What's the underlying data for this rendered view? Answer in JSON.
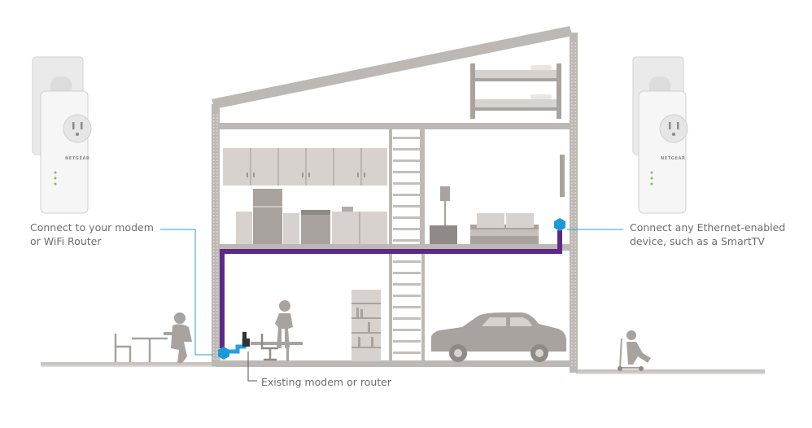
{
  "callouts": {
    "modem": {
      "line1": "Connect to your modem",
      "line2": "or WiFi Router"
    },
    "device": {
      "line1": "Connect any Ethernet-enabled",
      "line2": "device, such as a SmartTV"
    },
    "existing": {
      "label": "Existing modem or router"
    }
  },
  "adapter": {
    "brand_label": "NETGEAR"
  },
  "colors": {
    "house": "#bdb8b3",
    "furniture": "#a8a39e",
    "furniture_light": "#d7d2cd",
    "powerline": "#5b2a86",
    "ethernet": "#2a9fd8",
    "node": "#1a9ad6",
    "leader": "#2a9fd8"
  },
  "icons": [
    "left-powerline-adapter-icon",
    "right-powerline-adapter-icon",
    "modem-icon",
    "car-icon",
    "sofa-icon",
    "bunk-bed-icon",
    "kitchen-icon",
    "bookshelf-icon",
    "person-sitting-icon",
    "person-standing-icon",
    "child-scooter-icon"
  ]
}
